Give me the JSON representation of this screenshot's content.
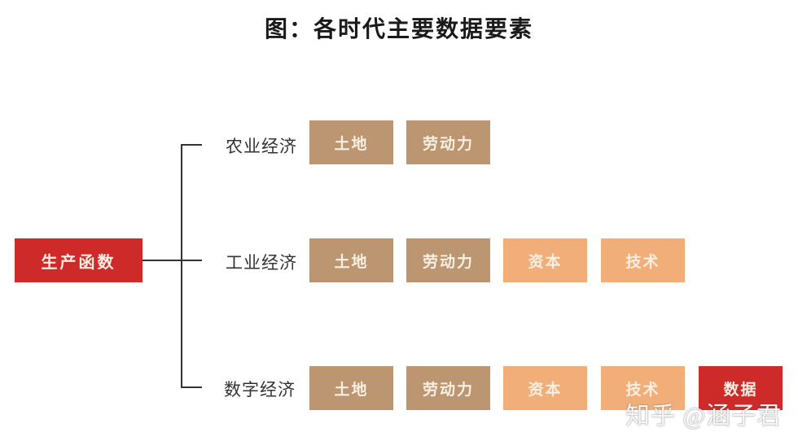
{
  "title": "图：各时代主要数据要素",
  "root": {
    "label": "生产函数",
    "color": "#CE2A2A"
  },
  "rows": [
    {
      "label": "农业经济",
      "boxes": [
        {
          "label": "土地",
          "color": "#BC9571"
        },
        {
          "label": "劳动力",
          "color": "#BC9571"
        }
      ]
    },
    {
      "label": "工业经济",
      "boxes": [
        {
          "label": "土地",
          "color": "#BC9571"
        },
        {
          "label": "劳动力",
          "color": "#BC9571"
        },
        {
          "label": "资本",
          "color": "#F2AE79"
        },
        {
          "label": "技术",
          "color": "#F2AE79"
        }
      ]
    },
    {
      "label": "数字经济",
      "boxes": [
        {
          "label": "土地",
          "color": "#BC9571"
        },
        {
          "label": "劳动力",
          "color": "#BC9571"
        },
        {
          "label": "资本",
          "color": "#F2AE79"
        },
        {
          "label": "技术",
          "color": "#F2AE79"
        },
        {
          "label": "数据",
          "color": "#CE2A2A"
        }
      ]
    }
  ],
  "colors": {
    "land_labor": "#BC9571",
    "capital_tech": "#F2AE79",
    "data_root": "#CE2A2A",
    "connector": "#333333",
    "label_text": "#333333",
    "box_text": "#F7EFE2"
  },
  "watermark": "知乎 @涵子君"
}
